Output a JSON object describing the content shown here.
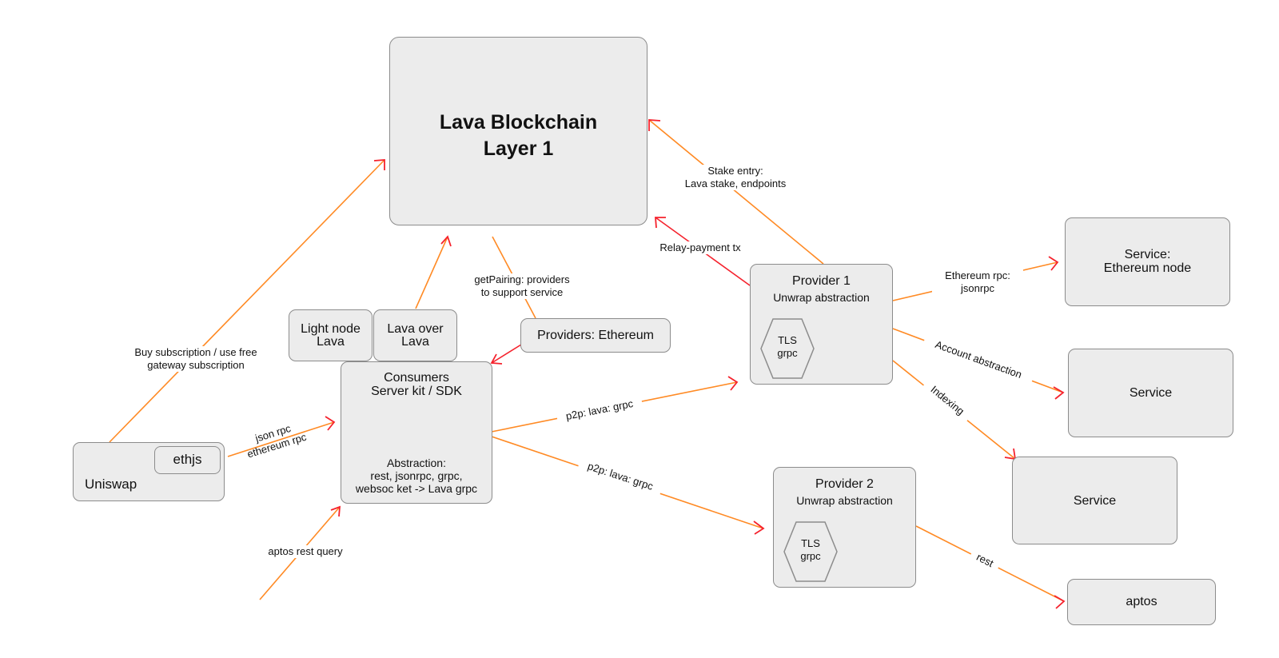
{
  "nodes": {
    "lava_blockchain": {
      "line1": "Lava Blockchain",
      "line2": "Layer 1"
    },
    "light_node": {
      "line1": "Light node",
      "line2": "Lava"
    },
    "lava_over_lava": {
      "line1": "Lava over",
      "line2": "Lava"
    },
    "providers_ethereum": {
      "label": "Providers: Ethereum"
    },
    "consumers": {
      "title1": "Consumers",
      "title2": "Server kit / SDK",
      "abs1": "Abstraction:",
      "abs2": "rest, jsonrpc, grpc,",
      "abs3": "websoc ket -> Lava grpc"
    },
    "uniswap": {
      "label": "Uniswap",
      "ethjs": "ethjs"
    },
    "provider1": {
      "title": "Provider 1",
      "subtitle": "Unwrap abstraction",
      "hex1": "TLS",
      "hex2": "grpc"
    },
    "provider2": {
      "title": "Provider 2",
      "subtitle": "Unwrap abstraction",
      "hex1": "TLS",
      "hex2": "grpc"
    },
    "service_ethereum": {
      "line1": "Service:",
      "line2": "Ethereum node"
    },
    "service_a": {
      "label": "Service"
    },
    "service_b": {
      "label": "Service"
    },
    "aptos": {
      "label": "aptos"
    }
  },
  "edges": {
    "stake_entry": {
      "line1": "Stake entry:",
      "line2": "Lava stake, endpoints"
    },
    "relay_payment": {
      "label": "Relay-payment tx"
    },
    "get_pairing": {
      "line1": "getPairing: providers",
      "line2": "to support service"
    },
    "buy_subscription": {
      "line1": "Buy subscription / use free",
      "line2": "gateway subscription"
    },
    "json_rpc": {
      "line1": "json rpc",
      "line2": "ethereum rpc"
    },
    "aptos_rest_query": {
      "label": "aptos rest query"
    },
    "p2p_1": {
      "label": "p2p: lava: grpc"
    },
    "p2p_2": {
      "label": "p2p: lava: grpc"
    },
    "ethereum_rpc": {
      "line1": "Ethereum rpc:",
      "line2": "jsonrpc"
    },
    "account_abstraction": {
      "label": "Account abstraction"
    },
    "indexing": {
      "label": "Indexing"
    },
    "rest": {
      "label": "rest"
    }
  },
  "colors": {
    "arrow_start": "#ff8a24",
    "arrow_end": "#f5222d",
    "box_fill": "#ececec",
    "box_border": "#8c8c8c"
  }
}
